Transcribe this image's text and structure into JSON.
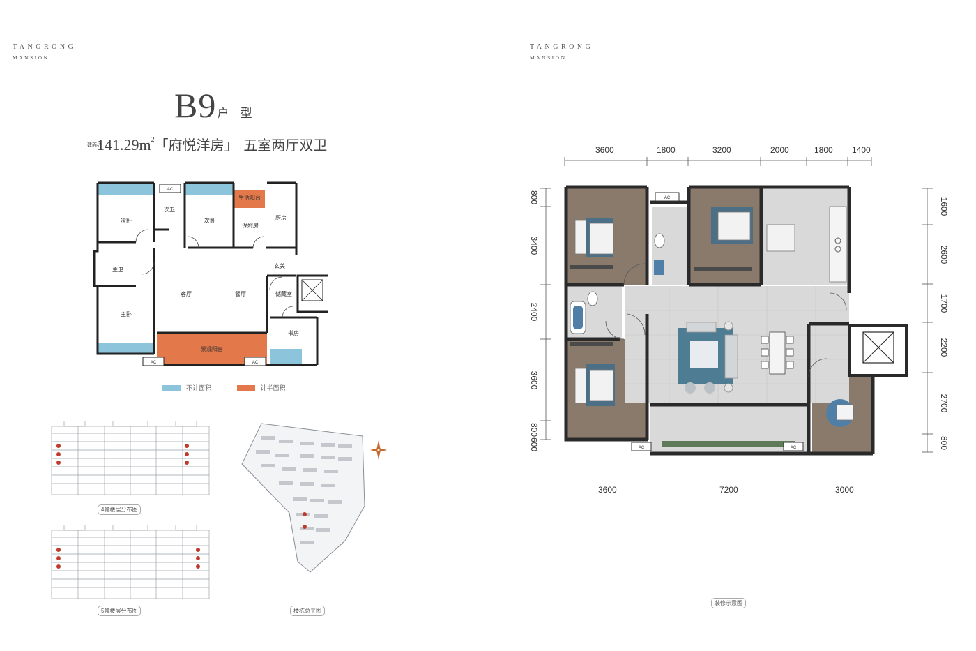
{
  "brand": {
    "line1": "TANGRONG",
    "line2": "MANSION"
  },
  "unit": {
    "code": "B9",
    "code_suffix": "户 型",
    "area_tag": "建面约",
    "area": "141.29m",
    "area_sup": "2",
    "name": "「府悦洋房」",
    "separator": "|",
    "layout": "五室两厅双卫"
  },
  "rooms": {
    "bedroom2a": "次卧",
    "bath2": "次卫",
    "bedroom2b": "次卧",
    "utility_balcony": "生活阳台",
    "nanny_room": "保姆房",
    "kitchen": "厨房",
    "master_bath": "主卫",
    "entrance": "玄关",
    "living": "客厅",
    "dining": "餐厅",
    "storage": "储藏室",
    "master_bed": "主卧",
    "study": "书房",
    "view_balcony": "景观阳台",
    "ac": "AC"
  },
  "legend": {
    "item1": "不计面积",
    "item2": "计半面积"
  },
  "colors": {
    "not_counted": "#8cc4dc",
    "half_counted": "#e3784a"
  },
  "captions": {
    "building4": "4幢楼层分布图",
    "building5": "5幢楼层分布图",
    "site": "楼栋总平图",
    "decor": "装修示意图"
  },
  "dims": {
    "top": [
      "3600",
      "1800",
      "3200",
      "2000",
      "1800",
      "1400"
    ],
    "bottom": [
      "3600",
      "7200",
      "3000"
    ],
    "left": [
      "800",
      "3400",
      "2400",
      "3600",
      "800",
      "600"
    ],
    "right": [
      "1600",
      "2600",
      "1700",
      "2200",
      "2700",
      "800"
    ]
  }
}
